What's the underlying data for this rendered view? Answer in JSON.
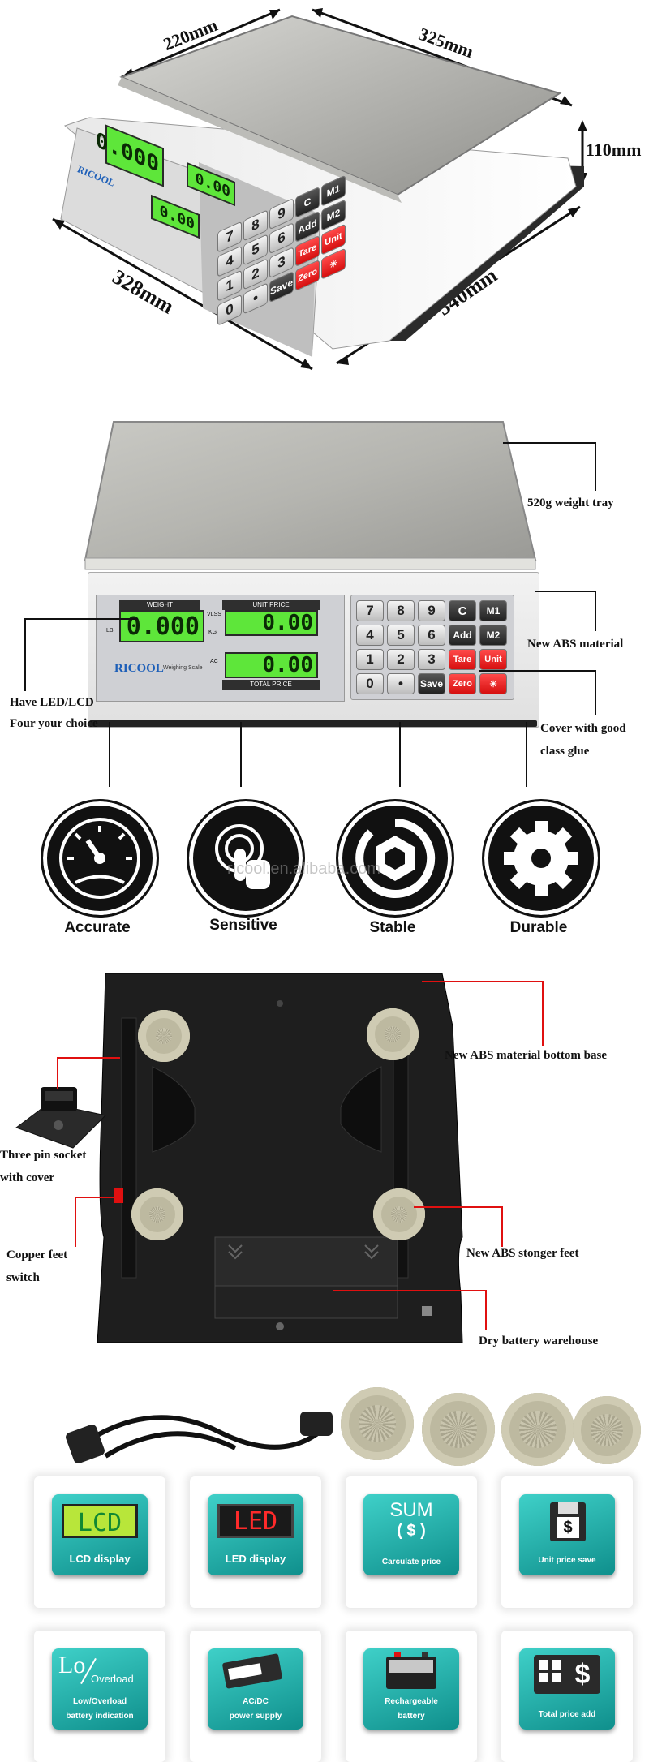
{
  "section1": {
    "dims": {
      "d220": "220mm",
      "d325": "325mm",
      "d110": "110mm",
      "d328": "328mm",
      "d340": "340mm"
    }
  },
  "display": {
    "weight_label": "WEIGHT",
    "unit_price_label": "UNIT PRICE",
    "total_price_label": "TOTAL PRICE",
    "weight_value": "0.000",
    "unit_price_value": "0.00",
    "total_price_value": "0.00",
    "brand": "RICOOL",
    "brand_sub": "Weighing Scale",
    "vlss": "VLSS",
    "kg": "KG",
    "lb": "LB",
    "ac": "AC"
  },
  "keypad": {
    "keys": [
      "7",
      "8",
      "9",
      "C",
      "M1",
      "4",
      "5",
      "6",
      "Add",
      "M2",
      "1",
      "2",
      "3",
      "Tare",
      "Unit",
      "0",
      "•",
      "Save",
      "Zero",
      "☀"
    ]
  },
  "section2": {
    "tray": "520g weight tray",
    "abs": "New ABS material",
    "led_lcd_1": "Have LED/LCD",
    "led_lcd_2": "Four your choice",
    "cover_1": "Cover with good",
    "cover_2": "class glue",
    "watermark": "ricool.en.alibaba.com"
  },
  "features": [
    {
      "caption": "Accurate",
      "icon": "speedometer-icon"
    },
    {
      "caption": "Sensitive",
      "icon": "touch-icon"
    },
    {
      "caption": "Stable",
      "icon": "hex-nut-icon"
    },
    {
      "caption": "Durable",
      "icon": "gear-icon"
    }
  ],
  "section3": {
    "bottom_base": "New ABS material bottom base",
    "socket_1": "Three pin socket",
    "socket_2": "with cover",
    "feet": "New ABS stonger feet",
    "copper_1": "Copper feet",
    "copper_2": "switch",
    "battery": "Dry battery warehouse"
  },
  "tiles": [
    {
      "icon": "lcd-icon",
      "badge": "LCD",
      "label": "LCD display"
    },
    {
      "icon": "led-icon",
      "badge": "LED",
      "label": "LED display"
    },
    {
      "icon": "sum-icon",
      "badge": "SUM",
      "badge2": "( $ )",
      "label": "Carculate price"
    },
    {
      "icon": "floppy-save-icon",
      "badge": "$",
      "label": "Unit price save"
    },
    {
      "icon": "battery-low-icon",
      "badge": "Lo",
      "badge2": "Overload",
      "label": "Low/Overload",
      "label2": "battery indication"
    },
    {
      "icon": "plug-icon",
      "badge": "",
      "label": "AC/DC",
      "label2": "power supply"
    },
    {
      "icon": "battery-icon",
      "badge": "",
      "label": "Rechargeable",
      "label2": "battery"
    },
    {
      "icon": "calculator-icon",
      "badge": "$",
      "label": "Total price add"
    }
  ],
  "colors": {
    "lcd_green": "#5ee63a",
    "led_red": "#e01010",
    "tile_teal": "#1fa9a4",
    "leader_red": "#e01010"
  }
}
